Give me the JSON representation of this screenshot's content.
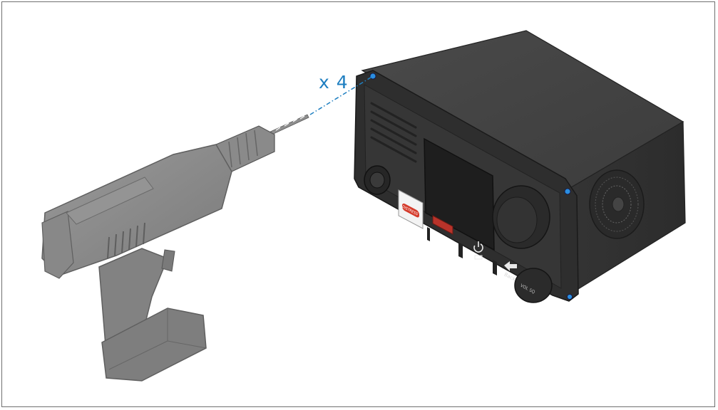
{
  "annotation": {
    "quantity": "x 4",
    "color": "#1f7fc1"
  },
  "radio": {
    "dsc_button_text": "DISTRESS",
    "back_label": "Back",
    "vol_label": "VOL SQ",
    "led_color": "#2a8ee0",
    "body_color": "#3a3a3a"
  },
  "drill": {
    "body_color": "#7d7d7d"
  },
  "icons": [
    "drill-icon",
    "vhf-radio-icon",
    "power-icon",
    "back-arrow-icon",
    "drill-bit-icon"
  ]
}
